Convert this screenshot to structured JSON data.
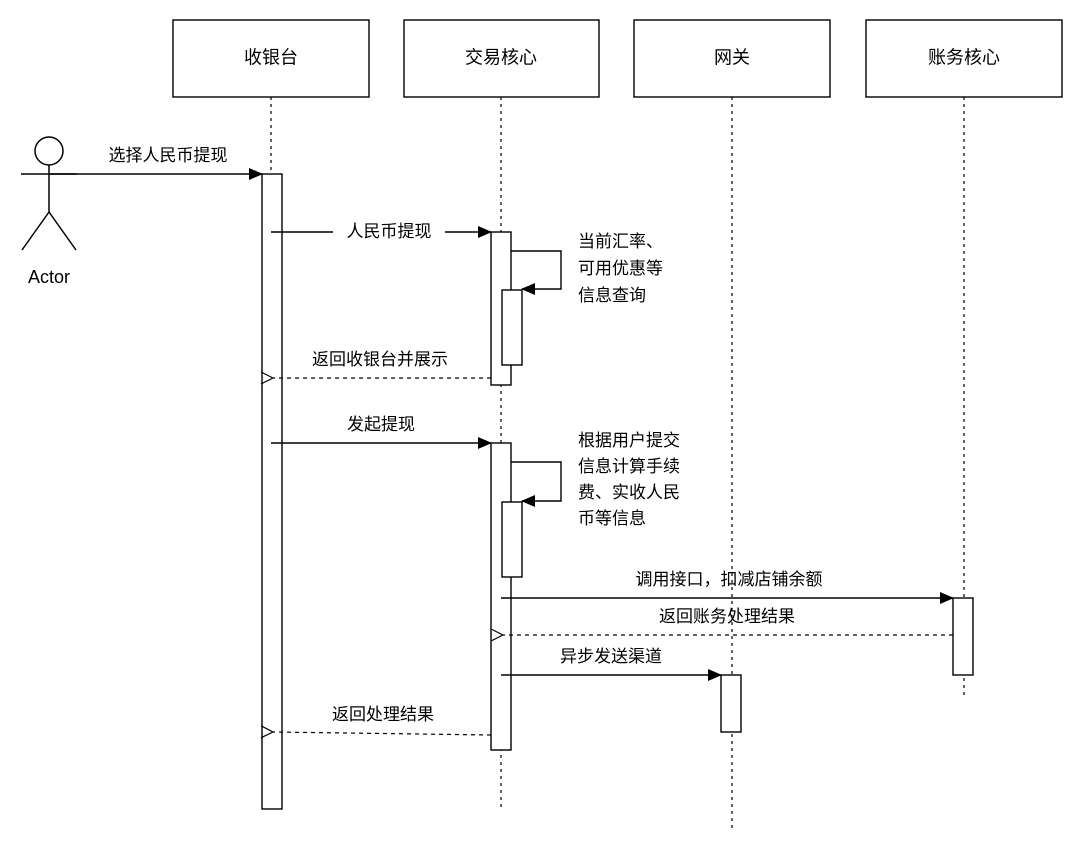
{
  "participants": [
    {
      "label": "收银台"
    },
    {
      "label": "交易核心"
    },
    {
      "label": "网关"
    },
    {
      "label": "账务核心"
    }
  ],
  "actor": {
    "label": "Actor"
  },
  "messages": [
    {
      "label": "选择人民币提现",
      "kind": "sync"
    },
    {
      "label": "人民币提现",
      "kind": "sync"
    },
    {
      "label": "返回收银台并展示",
      "kind": "return"
    },
    {
      "label": "发起提现",
      "kind": "sync"
    },
    {
      "label": "调用接口，扣减店铺余额",
      "kind": "sync"
    },
    {
      "label": "返回账务处理结果",
      "kind": "return"
    },
    {
      "label": "异步发送渠道",
      "kind": "sync"
    },
    {
      "label": "返回处理结果",
      "kind": "return"
    }
  ],
  "self_calls": [
    {
      "lines": [
        "当前汇率、",
        "可用优惠等",
        "信息查询"
      ]
    },
    {
      "lines": [
        "根据用户提交",
        "信息计算手续",
        "费、实收人民",
        "币等信息"
      ]
    }
  ]
}
